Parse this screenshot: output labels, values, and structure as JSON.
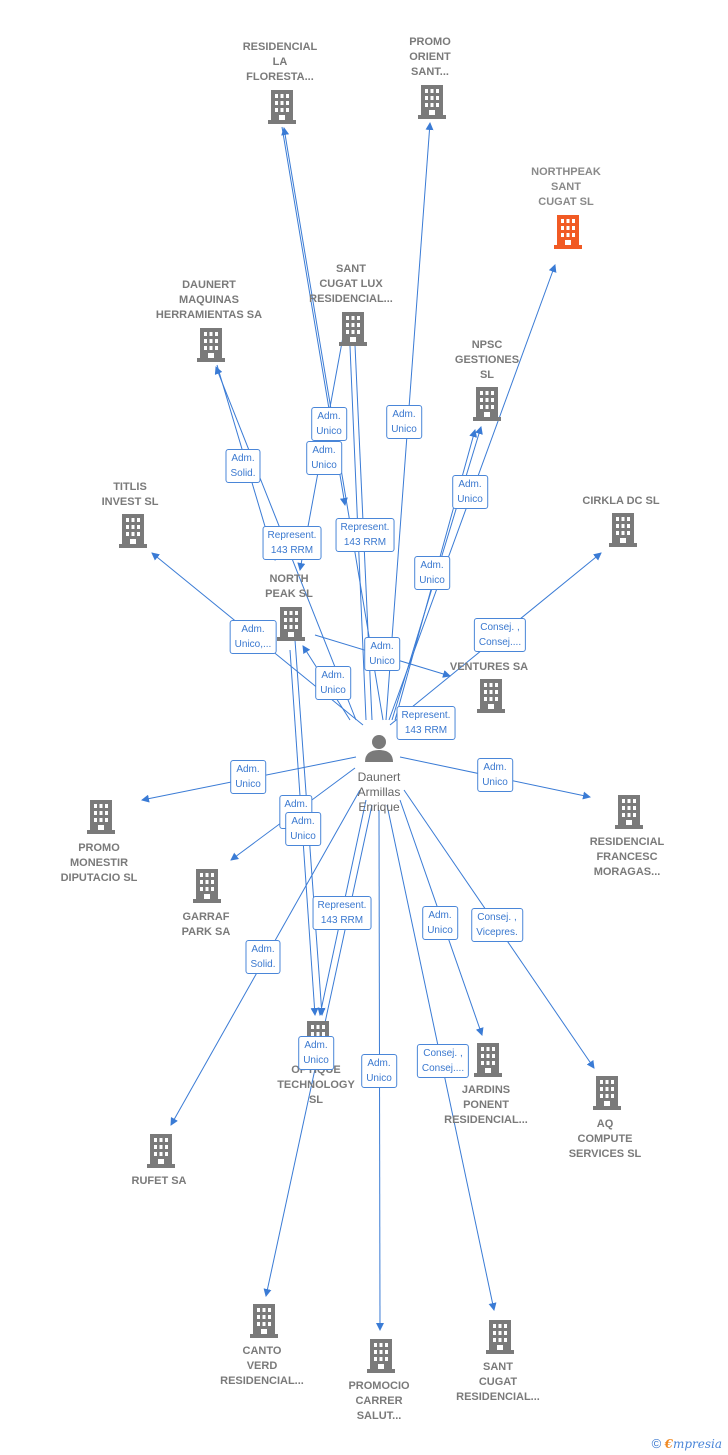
{
  "colors": {
    "edge": "#3a7bd5",
    "building": "#7a7a7a",
    "highlight": "#f15a24",
    "label_box_border": "#4a86d8"
  },
  "person": {
    "label": "Daunert\nArmillas\nEnrique",
    "icon": "person-icon"
  },
  "companies": [
    {
      "id": "residencial-la-floresta",
      "label": "RESIDENCIAL\nLA\nFLORESTA...",
      "highlight": false
    },
    {
      "id": "promo-orient-sant",
      "label": "PROMO\nORIENT\nSANT...",
      "highlight": false
    },
    {
      "id": "northpeak-sant-cugat",
      "label": "NORTHPEAK\nSANT\nCUGAT  SL",
      "highlight": true
    },
    {
      "id": "daunert-maquinas",
      "label": "DAUNERT\nMAQUINAS\nHERRAMIENTAS SA",
      "highlight": false
    },
    {
      "id": "sant-cugat-lux",
      "label": "SANT\nCUGAT LUX\nRESIDENCIAL...",
      "highlight": false
    },
    {
      "id": "npsc-gestiones",
      "label": "NPSC\nGESTIONES\nSL",
      "highlight": false
    },
    {
      "id": "titlis-invest",
      "label": "TITLIS\nINVEST  SL",
      "highlight": false
    },
    {
      "id": "cirkla-dc",
      "label": "CIRKLA DC  SL",
      "highlight": false
    },
    {
      "id": "north-peak",
      "label": "NORTH\nPEAK  SL",
      "highlight": false
    },
    {
      "id": "ventures",
      "label": "VENTURES SA",
      "highlight": false
    },
    {
      "id": "promo-monestir",
      "label": "PROMO\nMONESTIR\nDIPUTACIO  SL",
      "highlight": false
    },
    {
      "id": "residencial-francesc",
      "label": "RESIDENCIAL\nFRANCESC\nMORAGAS...",
      "highlight": false
    },
    {
      "id": "garraf-park",
      "label": "GARRAF\nPARK SA",
      "highlight": false
    },
    {
      "id": "technology",
      "label": "OPTIQUE\nTECHNOLOGY\nSL",
      "highlight": false
    },
    {
      "id": "jardins-ponent",
      "label": "JARDINS\nPONENT\nRESIDENCIAL...",
      "highlight": false
    },
    {
      "id": "aq-compute",
      "label": "AQ\nCOMPUTE\nSERVICES  SL",
      "highlight": false
    },
    {
      "id": "rufet",
      "label": "RUFET SA",
      "highlight": false
    },
    {
      "id": "canto-verd",
      "label": "CANTO\nVERD\nRESIDENCIAL...",
      "highlight": false
    },
    {
      "id": "promocio-carrer",
      "label": "PROMOCIO\nCARRER\nSALUT...",
      "highlight": false
    },
    {
      "id": "sant-cugat-residencial",
      "label": "SANT\nCUGAT\nRESIDENCIAL...",
      "highlight": false
    }
  ],
  "relations": [
    {
      "label": "Adm.\nUnico"
    },
    {
      "label": "Adm.\nUnico"
    },
    {
      "label": "Adm.\nUnico"
    },
    {
      "label": "Adm.\nSolid."
    },
    {
      "label": "Represent.\n143 RRM"
    },
    {
      "label": "Represent.\n143 RRM"
    },
    {
      "label": "Adm.\nUnico"
    },
    {
      "label": "Adm.\nUnico"
    },
    {
      "label": "Consej. ,\nConsej...."
    },
    {
      "label": "Adm.\nUnico,..."
    },
    {
      "label": "Adm.\nUnico"
    },
    {
      "label": "Adm.\nUnico"
    },
    {
      "label": "Represent.\n143 RRM"
    },
    {
      "label": "Adm.\nUnico"
    },
    {
      "label": "Adm.\nUnico"
    },
    {
      "label": "Adm.\nU..."
    },
    {
      "label": "Adm.\nUnico"
    },
    {
      "label": "Represent.\n143 RRM"
    },
    {
      "label": "Adm.\nUnico"
    },
    {
      "label": "Consej. ,\nVicepres."
    },
    {
      "label": "Adm.\nSolid."
    },
    {
      "label": "Adm.\nUnico"
    },
    {
      "label": "Consej. ,\nConsej...."
    },
    {
      "label": "Adm.\nUnico"
    }
  ],
  "footer": {
    "copyright": "©",
    "brand_first": "€",
    "brand_rest": "mpresia"
  }
}
